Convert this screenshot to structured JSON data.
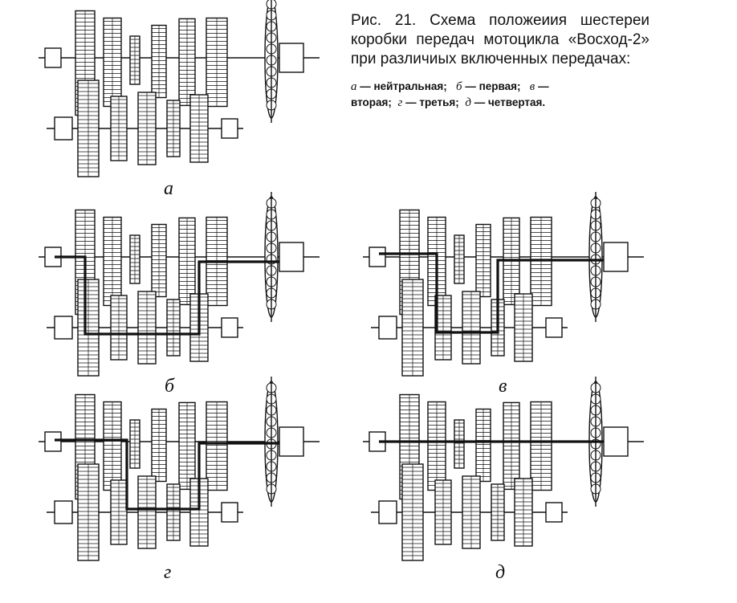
{
  "caption": {
    "title": "Рис. 21. Схема положеиия шестереи коробки передач мотоцикла «Восход-2» при различиых включенных передачах:",
    "legend": [
      {
        "key": "а",
        "text": "— нейтральная;"
      },
      {
        "key": "б",
        "text": "— первая;"
      },
      {
        "key": "в",
        "text": "—"
      },
      {
        "key": "",
        "text": "вторая;"
      },
      {
        "key": "г",
        "text": "— третья;"
      },
      {
        "key": "д",
        "text": "— четвертая."
      }
    ]
  },
  "panels": [
    {
      "label": "а",
      "gear": "neutral"
    },
    {
      "label": "б",
      "gear": "first"
    },
    {
      "label": "в",
      "gear": "second"
    },
    {
      "label": "г",
      "gear": "third"
    },
    {
      "label": "д",
      "gear": "fourth"
    }
  ],
  "colors": {
    "ink": "#111111",
    "background": "#ffffff"
  }
}
